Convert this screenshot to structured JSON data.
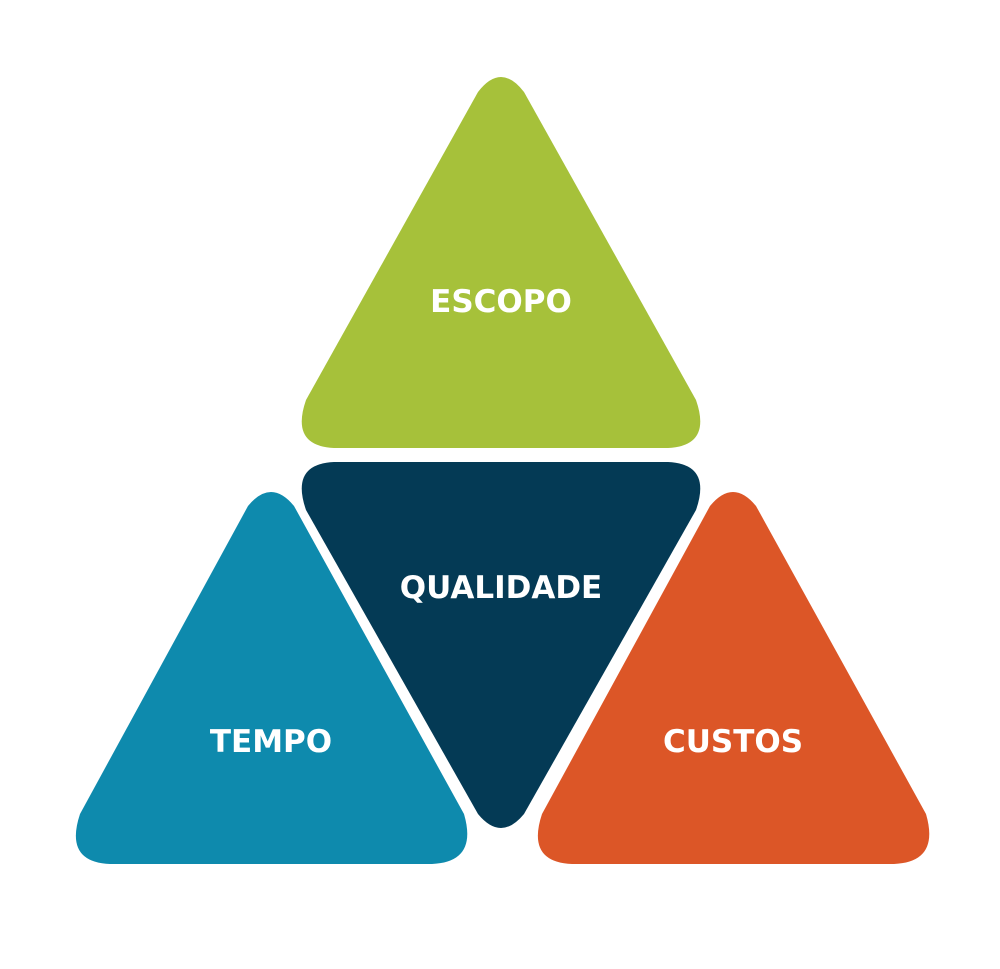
{
  "diagram": {
    "top": {
      "label": "ESCOPO",
      "color": "#a6c13a"
    },
    "center": {
      "label": "QUALIDADE",
      "color": "#043a55"
    },
    "left": {
      "label": "TEMPO",
      "color": "#0e8aad"
    },
    "right": {
      "label": "CUSTOS",
      "color": "#dc5627"
    }
  }
}
